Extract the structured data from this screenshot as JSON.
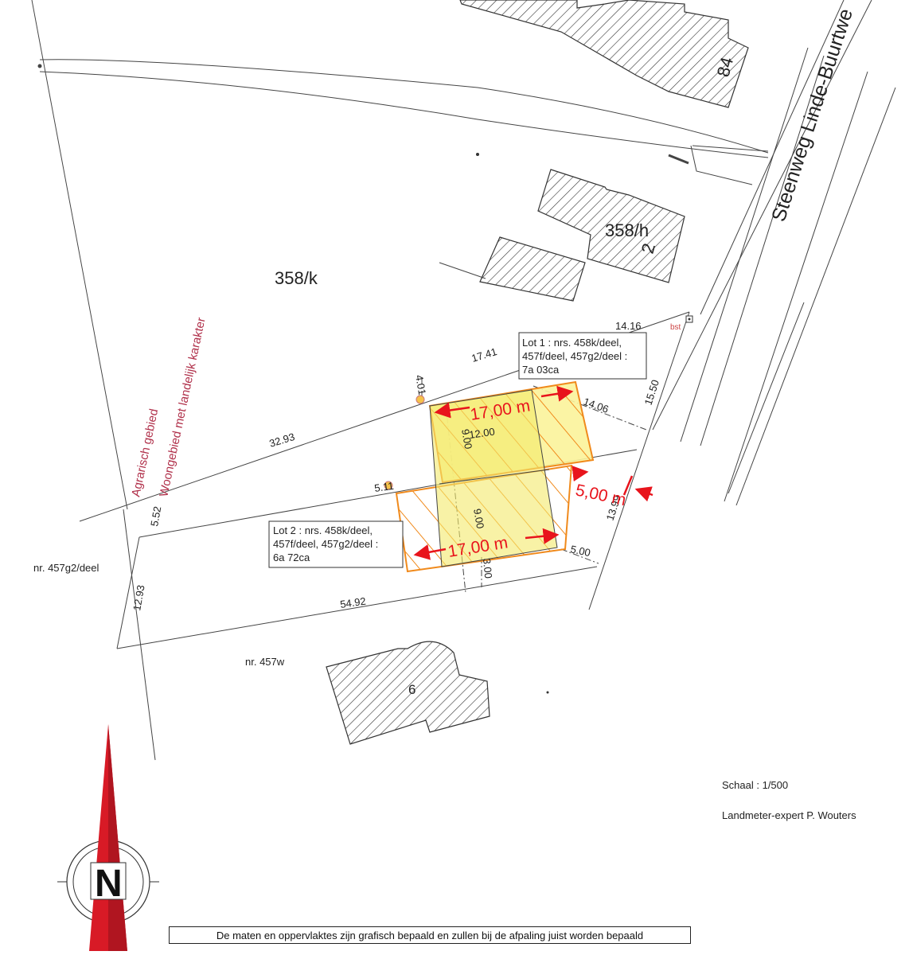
{
  "parcels": {
    "main": "358/k",
    "house_358h": "358/h",
    "house_358h_no": "2",
    "house_84": "84",
    "house_6": "6",
    "nr_457g2": "nr. 457g2/deel",
    "nr_457w": "nr. 457w"
  },
  "road": {
    "name": "Steenweg Linde-Buurtwe"
  },
  "zones": {
    "agrarisch": "Agrarisch gebied",
    "woongebied": "Woongebied met landelijk karakter"
  },
  "marker": {
    "bst": "bst"
  },
  "dimensions": {
    "d1416": "14.16",
    "d1741": "17.41",
    "d3293": "32.93",
    "d1550": "15.50",
    "d1406": "14.06",
    "d401": "4.01",
    "d1200": "12.00",
    "d900a": "9.00",
    "d900b": "9.00",
    "d552": "5.52",
    "d511": "5.11",
    "d1399": "13.99",
    "d500": "5.00",
    "d300": "3.00",
    "d1293": "12.93",
    "d5492": "54.92"
  },
  "red_dims": {
    "top": "17,00 m",
    "bottom": "17,00 m",
    "side": "5,00 m"
  },
  "lots": {
    "lot1": {
      "line1": "Lot 1 : nrs. 458k/deel,",
      "line2": "457f/deel, 457g2/deel :",
      "line3": "7a 03ca"
    },
    "lot2": {
      "line1": "Lot 2 : nrs. 458k/deel,",
      "line2": "457f/deel, 457g2/deel :",
      "line3": "6a 72ca"
    }
  },
  "footer": {
    "scale": "Schaal : 1/500",
    "surveyor": "Landmeter-expert P. Wouters",
    "disclaimer": "De maten en oppervlaktes zijn grafisch bepaald en zullen bij de afpaling juist worden bepaald"
  },
  "north": {
    "letter": "N"
  },
  "colors": {
    "accent_red": "#e8141c",
    "lot_orange": "#f08a1c",
    "lot_fill": "#fbf39a",
    "zone_text": "#b0304a"
  }
}
